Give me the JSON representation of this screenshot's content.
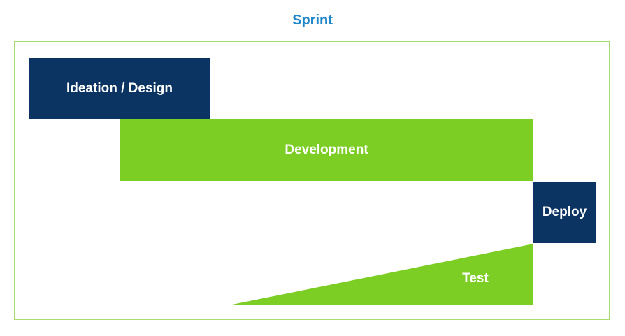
{
  "title": "Sprint",
  "phases": {
    "ideation": "Ideation / Design",
    "development": "Development",
    "deploy": "Deploy",
    "test": "Test"
  },
  "colors": {
    "title": "#1f86c9",
    "navy": "#0c3462",
    "green": "#7ccd24",
    "frame": "#a6dd6e"
  }
}
